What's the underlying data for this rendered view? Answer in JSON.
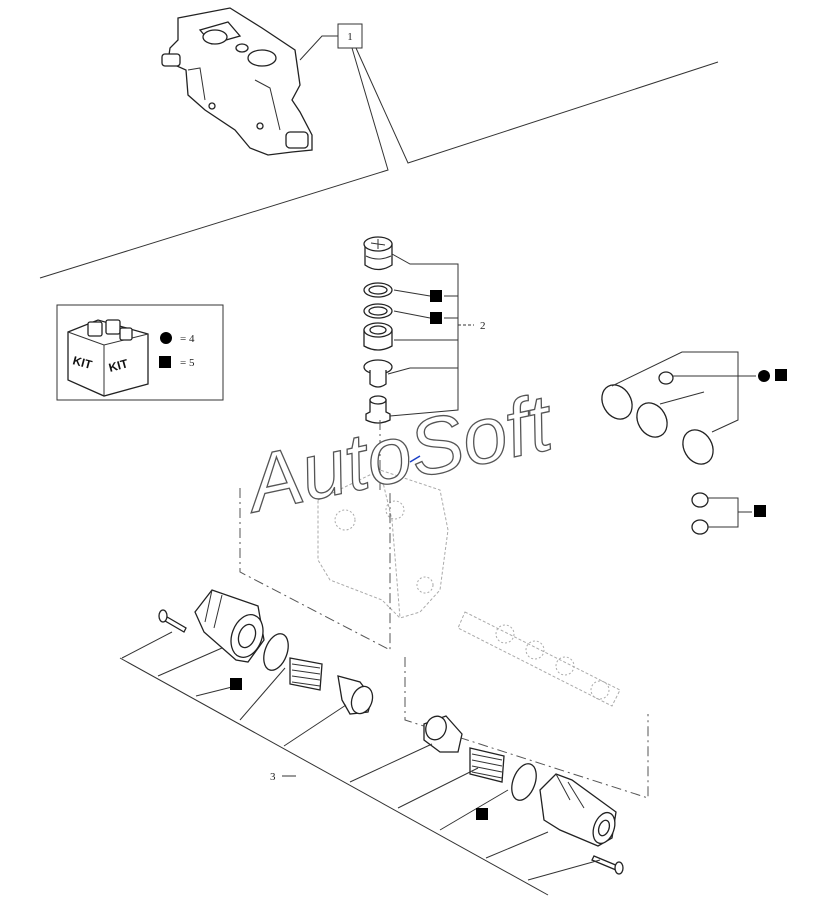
{
  "callouts": {
    "item1": "1",
    "item2": "2",
    "item3": "3"
  },
  "legend": {
    "kit_box_label_left": "KIT",
    "kit_box_label_right": "KIT",
    "circle_item": "= 4",
    "square_item": "= 5"
  },
  "watermark": "AutoSoft",
  "colors": {
    "line": "#333333",
    "marker": "#000000",
    "watermark_outline": "#555555",
    "accent_arrow": "#1a3fc7"
  }
}
